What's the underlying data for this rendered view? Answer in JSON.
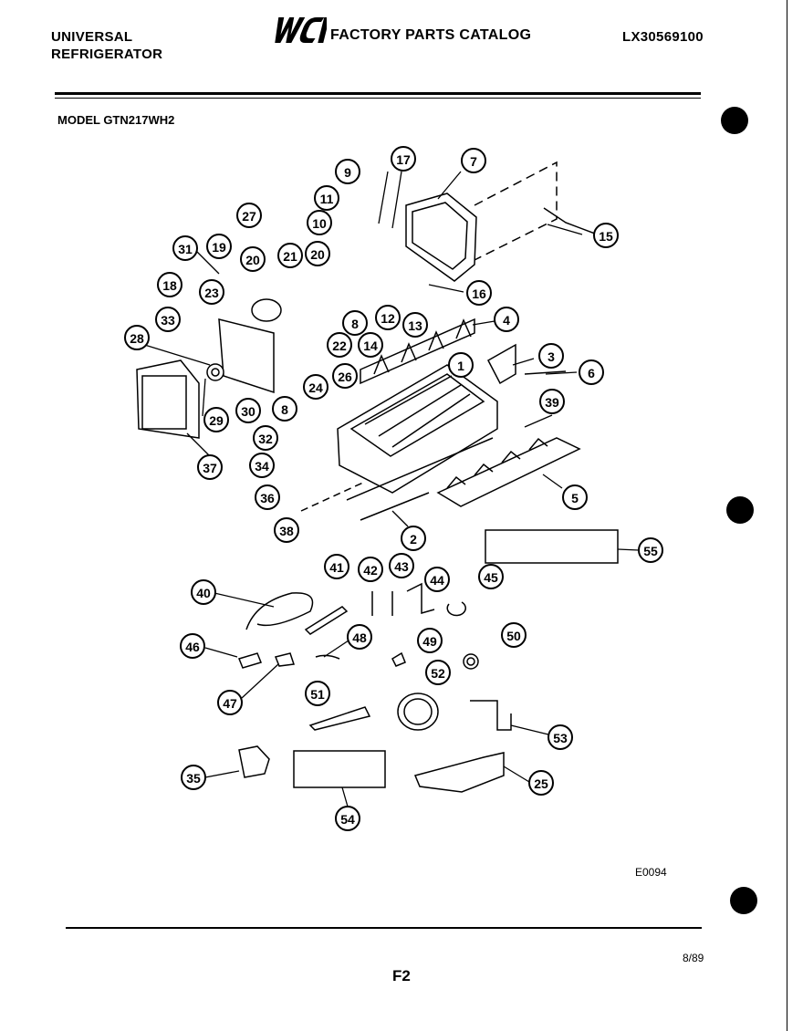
{
  "header": {
    "brand_line1": "UNIVERSAL",
    "brand_line2": "REFRIGERATOR",
    "logo_text": "WCI",
    "catalog_title": "FACTORY PARTS CATALOG",
    "catalog_number": "LX30569100"
  },
  "model": "MODEL GTN217WH2",
  "footer": {
    "diagram_code": "E0094",
    "page_code": "F2",
    "date": "8/89"
  },
  "callouts": [
    "1",
    "2",
    "3",
    "4",
    "5",
    "6",
    "7",
    "8",
    "8",
    "9",
    "10",
    "11",
    "12",
    "13",
    "14",
    "15",
    "16",
    "17",
    "18",
    "19",
    "20",
    "20",
    "21",
    "22",
    "23",
    "24",
    "25",
    "26",
    "27",
    "28",
    "29",
    "30",
    "31",
    "32",
    "33",
    "34",
    "35",
    "36",
    "37",
    "38",
    "39",
    "40",
    "41",
    "42",
    "43",
    "44",
    "45",
    "46",
    "47",
    "48",
    "49",
    "50",
    "51",
    "52",
    "53",
    "54",
    "55"
  ]
}
